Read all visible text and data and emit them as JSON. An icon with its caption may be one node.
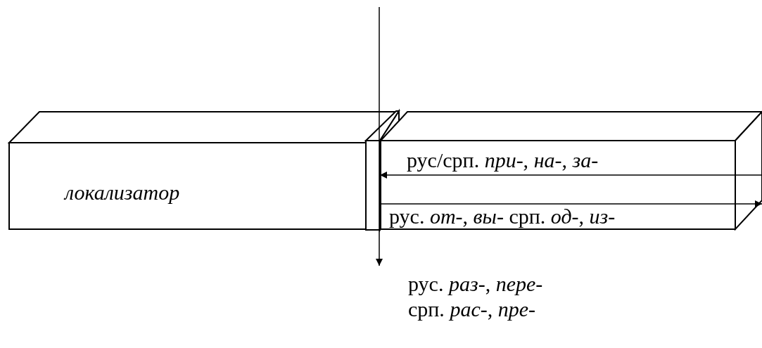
{
  "diagram": {
    "nodes": [
      {
        "text": [
          "локализатор"
        ]
      },
      {
        "text": [],
        "shape": "box"
      },
      {
        "text": [],
        "shape": "box"
      },
      {
        "text": [
          "рус. *раз*-, *пере*-",
          "срп. *рас*-, *пре*-"
        ]
      }
    ],
    "edges": [
      {
        "from": null,
        "to": 3,
        "arrow": "to"
      },
      {
        "from": 2,
        "to": 1,
        "arrow": "to",
        "label": "рус/срп. *при*-, *на*-, *за*-"
      },
      {
        "from": 1,
        "to": 2,
        "arrow": "to",
        "label": "рус. *от*-, *вы*- срп. *од*-, *из*-"
      }
    ]
  }
}
